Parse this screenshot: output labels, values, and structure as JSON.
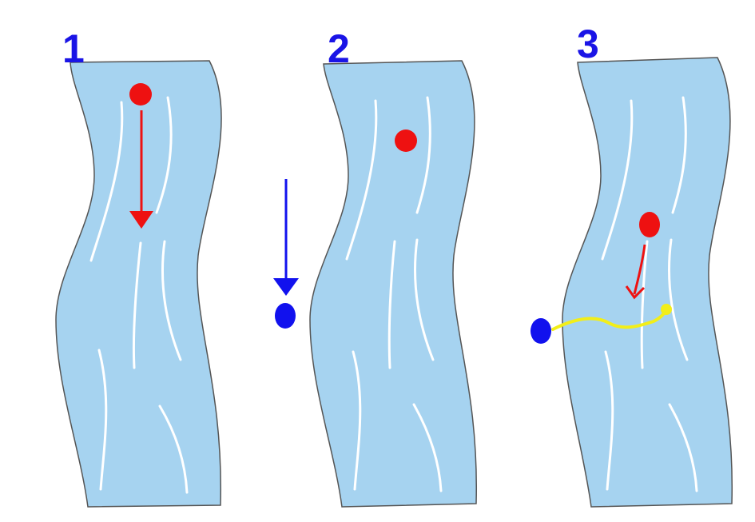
{
  "panels": [
    {
      "number": "1"
    },
    {
      "number": "2"
    },
    {
      "number": "3"
    }
  ],
  "colors": {
    "river": "#a6d3f0",
    "bank": "#555555",
    "current_lines": "#ffffff",
    "red_object": "#ee1111",
    "blue_object": "#1111ee",
    "yellow_rope": "#f2ee1a",
    "label": "#1a14e6"
  }
}
